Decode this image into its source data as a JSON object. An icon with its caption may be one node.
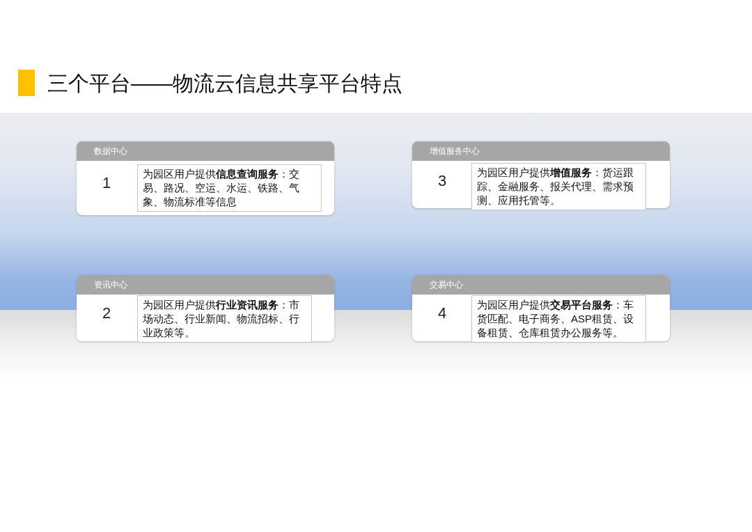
{
  "diagram": {
    "title": "三个平台——物流云信息共享平台特点",
    "nodes": [
      {
        "text": [
          "数据中心",
          "1"
        ]
      },
      {
        "text": [
          "为园区用户提供**信息查询服务**：交易、路况、空运、水运、铁路、气象、物流标准等信息"
        ],
        "in": 0
      },
      {
        "text": [
          "资讯中心",
          "2"
        ]
      },
      {
        "text": [
          "为园区用户提供**行业资讯服务**：市场动态、行业新闻、物流招标、行业政策等。"
        ],
        "in": 2
      },
      {
        "text": [
          "增值服务中心",
          "3"
        ]
      },
      {
        "text": [
          "为园区用户提供**增值服务**：货运跟踪、金融服务、报关代理、需求预测、应用托管等。"
        ],
        "in": 4
      },
      {
        "text": [
          "交易中心",
          "4"
        ]
      },
      {
        "text": [
          "为园区用户提供**交易平台服务**：车货匹配、电子商务、ASP租赁、设备租赁、仓库租赁办公服务等。"
        ],
        "in": 6
      }
    ]
  }
}
